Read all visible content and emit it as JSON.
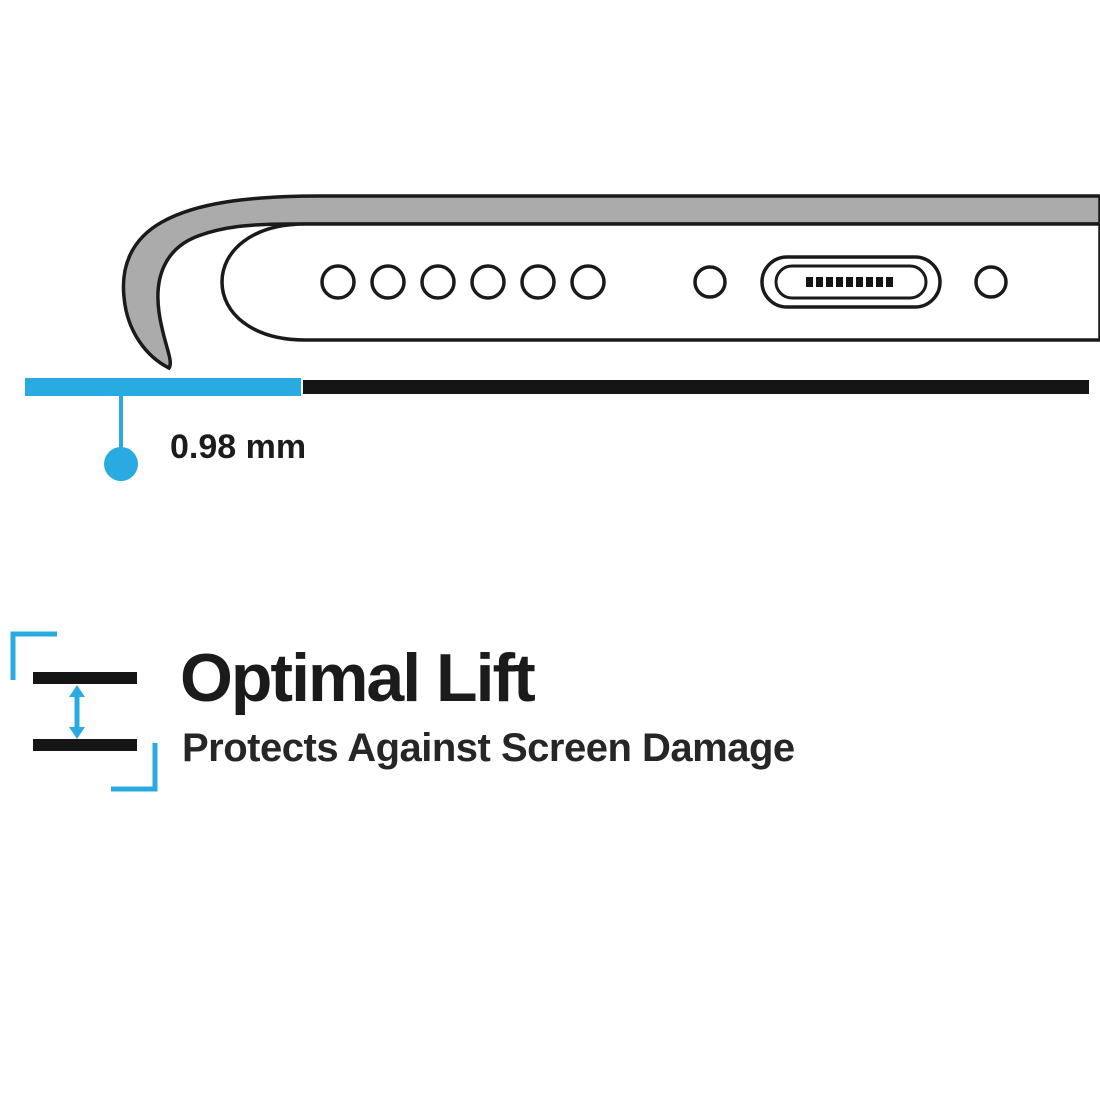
{
  "illustration": {
    "measurement_label": "0.98 mm"
  },
  "feature": {
    "title": "Optimal Lift",
    "subtitle": "Protects Against Screen Damage"
  },
  "colors": {
    "accent": "#29ABE2",
    "case_gray": "#ABABAB",
    "outline_black": "#1A1A1A",
    "bar_black": "#151515"
  },
  "icons": {
    "lift_icon": "vertical-double-arrow-between-two-bars",
    "measurement_pointer": "dot-with-leader-line",
    "charging_port": "pill-connector-with-pins",
    "speaker_holes": "row-of-six-circles"
  }
}
